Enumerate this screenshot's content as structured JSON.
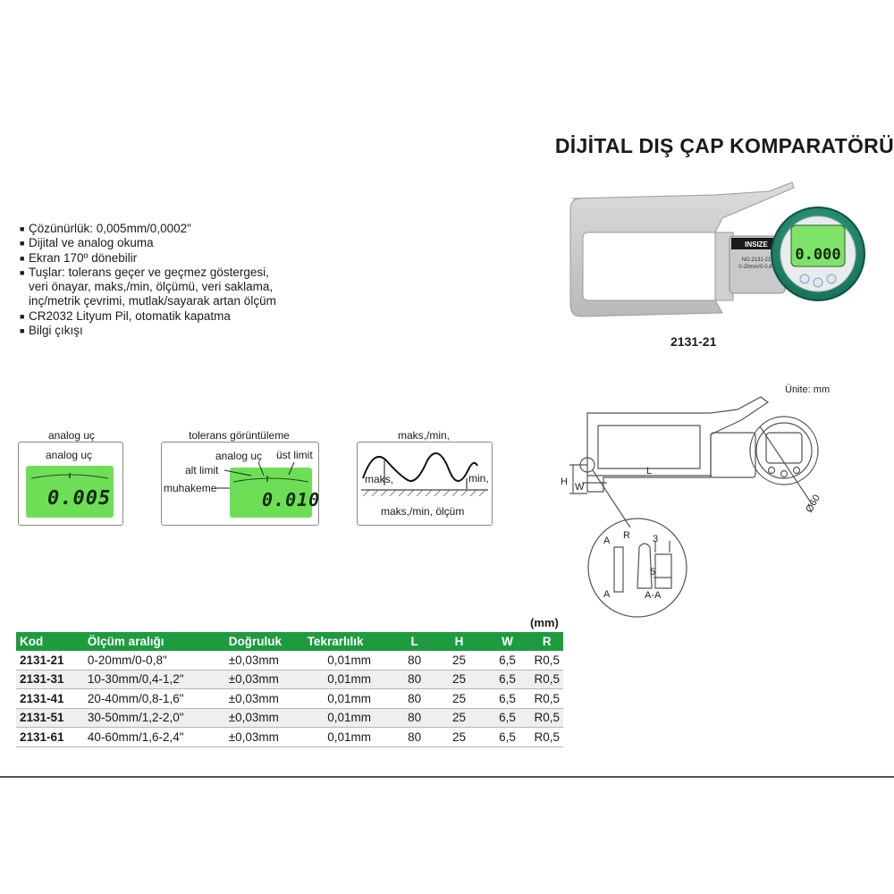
{
  "title": "DİJİTAL DIŞ ÇAP KOMPARATÖRÜ",
  "features": [
    "Çözünürlük: 0,005mm/0,0002\"",
    "Dijital ve analog okuma",
    "Ekran 170º dönebilir",
    "Tuşlar: tolerans geçer ve geçmez göstergesi,",
    "veri önayar, maks,/min, ölçümü, veri saklama,",
    "inç/metrik çevrimi, mutlak/sayarak artan ölçüm",
    "CR2032 Lityum Pil, otomatik kapatma",
    "Bilgi çıkışı"
  ],
  "product_image": {
    "brand": "INSIZE",
    "body_text": [
      "NO.2131-21",
      "0-20mm/0-0.8\""
    ],
    "display": "0.000",
    "caption": "2131-21"
  },
  "panels": {
    "analog": {
      "caption": "analog uç",
      "label": "analog uç",
      "display": "0.005"
    },
    "tolerance": {
      "caption": "tolerans görüntüleme",
      "label_analog": "analog uç",
      "label_upper": "üst limit",
      "label_lower": "alt limit",
      "label_judge": "muhakeme",
      "display": "0.010"
    },
    "maxmin": {
      "caption": "maks,/min,",
      "label_max": "maks,",
      "label_min": "min,",
      "label_bottom": "maks,/min, ölçüm"
    }
  },
  "drawing": {
    "unit": "Ünite: mm",
    "labels": {
      "L": "L",
      "H": "H",
      "W": "W",
      "dia": "Ø60",
      "A1": "A",
      "A2": "A",
      "R": "R",
      "three": "3",
      "five": "5",
      "AA": "A-A"
    }
  },
  "table": {
    "unit": "(mm)",
    "headers": [
      "Kod",
      "Ölçüm aralığı",
      "Doğruluk",
      "Tekrarlılık",
      "L",
      "H",
      "W",
      "R"
    ],
    "rows": [
      [
        "2131-21",
        "0-20mm/0-0,8\"",
        "±0,03mm",
        "0,01mm",
        "80",
        "25",
        "6,5",
        "R0,5"
      ],
      [
        "2131-31",
        "10-30mm/0,4-1,2\"",
        "±0,03mm",
        "0,01mm",
        "80",
        "25",
        "6,5",
        "R0,5"
      ],
      [
        "2131-41",
        "20-40mm/0,8-1,6\"",
        "±0,03mm",
        "0,01mm",
        "80",
        "25",
        "6,5",
        "R0,5"
      ],
      [
        "2131-51",
        "30-50mm/1,2-2,0\"",
        "±0,03mm",
        "0,01mm",
        "80",
        "25",
        "6,5",
        "R0,5"
      ],
      [
        "2131-61",
        "40-60mm/1,6-2,4\"",
        "±0,03mm",
        "0,01mm",
        "80",
        "25",
        "6,5",
        "R0,5"
      ]
    ]
  },
  "colors": {
    "header_green": "#1e9b3f",
    "lcd_green": "#6fde57"
  }
}
